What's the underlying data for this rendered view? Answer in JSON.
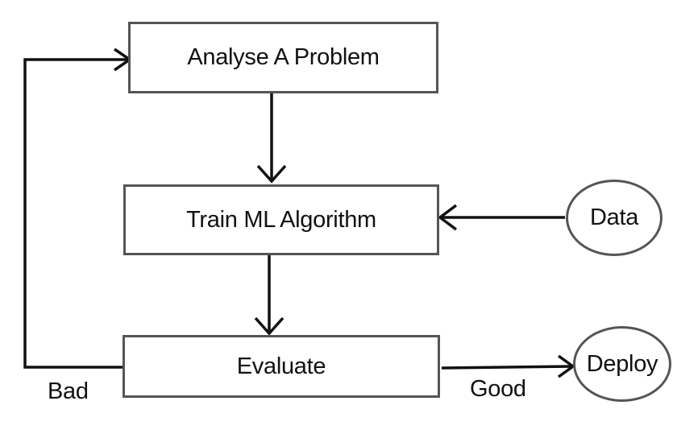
{
  "nodes": {
    "analyse": "Analyse A Problem",
    "train": "Train ML Algorithm",
    "evaluate": "Evaluate",
    "data": "Data",
    "deploy": "Deploy"
  },
  "edges": {
    "bad": "Bad",
    "good": "Good"
  }
}
